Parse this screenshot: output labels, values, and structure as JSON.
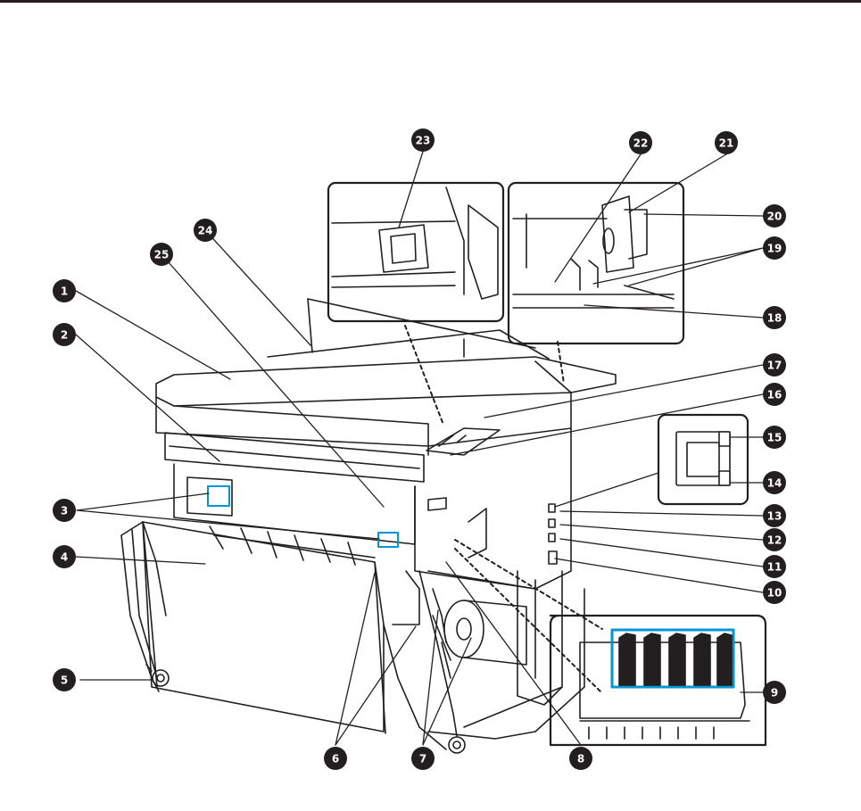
{
  "diagram": {
    "subject": "large-format-printer-front-view",
    "callouts": [
      {
        "num": "1"
      },
      {
        "num": "2"
      },
      {
        "num": "3"
      },
      {
        "num": "4"
      },
      {
        "num": "5"
      },
      {
        "num": "6"
      },
      {
        "num": "7"
      },
      {
        "num": "8"
      },
      {
        "num": "9"
      },
      {
        "num": "10"
      },
      {
        "num": "11"
      },
      {
        "num": "12"
      },
      {
        "num": "13"
      },
      {
        "num": "14"
      },
      {
        "num": "15"
      },
      {
        "num": "16"
      },
      {
        "num": "17"
      },
      {
        "num": "18"
      },
      {
        "num": "19"
      },
      {
        "num": "20"
      },
      {
        "num": "21"
      },
      {
        "num": "22"
      },
      {
        "num": "23"
      },
      {
        "num": "24"
      },
      {
        "num": "25"
      }
    ]
  },
  "colors": {
    "outline": "#231f20",
    "callout_fill": "#231f20",
    "leader_line": "#231f20",
    "highlight": "#0096d6",
    "background": "#ffffff"
  }
}
